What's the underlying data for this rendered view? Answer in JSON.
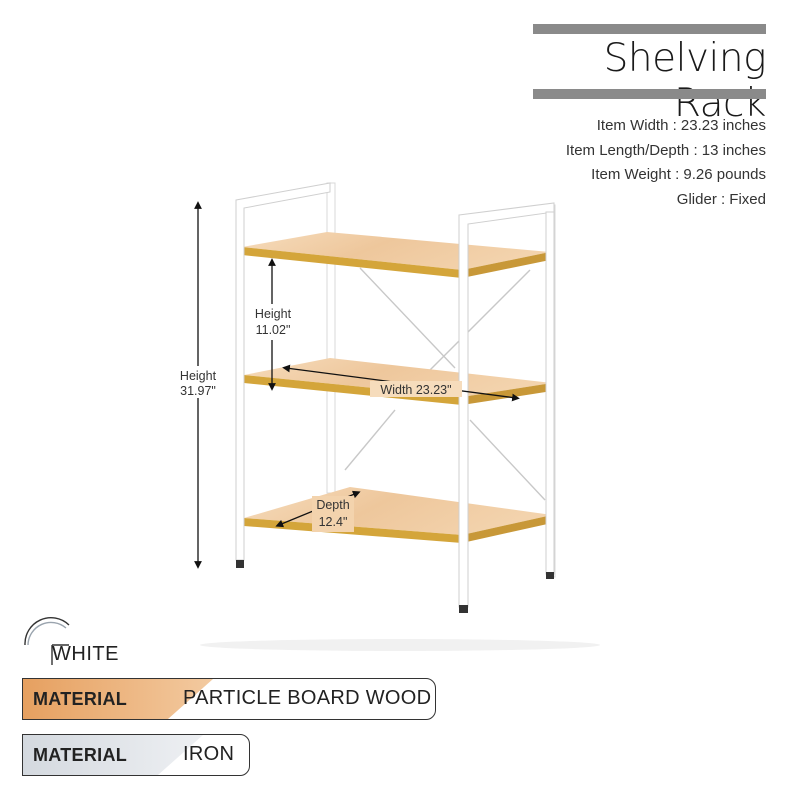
{
  "header": {
    "title": "Shelving Rack"
  },
  "specs": [
    "Item Width : 23.23  inches",
    "Item Length/Depth : 13  inches",
    "Item Weight : 9.26  pounds",
    "Glider : Fixed"
  ],
  "dimensions": {
    "total_height_label": "Height",
    "total_height_value": "31.97\"",
    "shelf_gap_label": "Height",
    "shelf_gap_value": "11.02\"",
    "width_label": "Width 23.23\"",
    "depth_label": "Depth",
    "depth_value": "12.4\""
  },
  "color": {
    "name": "WHITE"
  },
  "materials": [
    {
      "key": "MATERIAL",
      "value": "PARTICLE BOARD WOOD",
      "swatch": "#e2a46a"
    },
    {
      "key": "MATERIAL",
      "value": "IRON",
      "swatch": "#d9dde2"
    }
  ],
  "colors": {
    "title_bar": "#8a8a8a",
    "wood": "#f0cfa8",
    "wood_edge": "#d4a53a",
    "frame": "#ffffff"
  }
}
